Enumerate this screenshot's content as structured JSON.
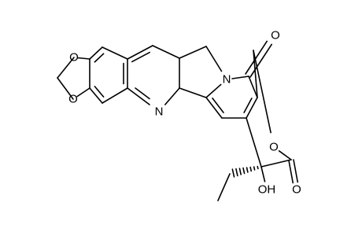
{
  "diagram": {
    "type": "chemical-structure",
    "atom_labels": {
      "o_ring1_top": "O",
      "o_ring1_bottom": "O",
      "n_pyridine": "N",
      "n_amide": "N",
      "o_carbonyl_top": "O",
      "o_lactone_ring": "O",
      "o_lactone_carbonyl": "O",
      "oh": "OH"
    },
    "colors": {
      "ink": "#000000",
      "background": "#ffffff"
    }
  }
}
